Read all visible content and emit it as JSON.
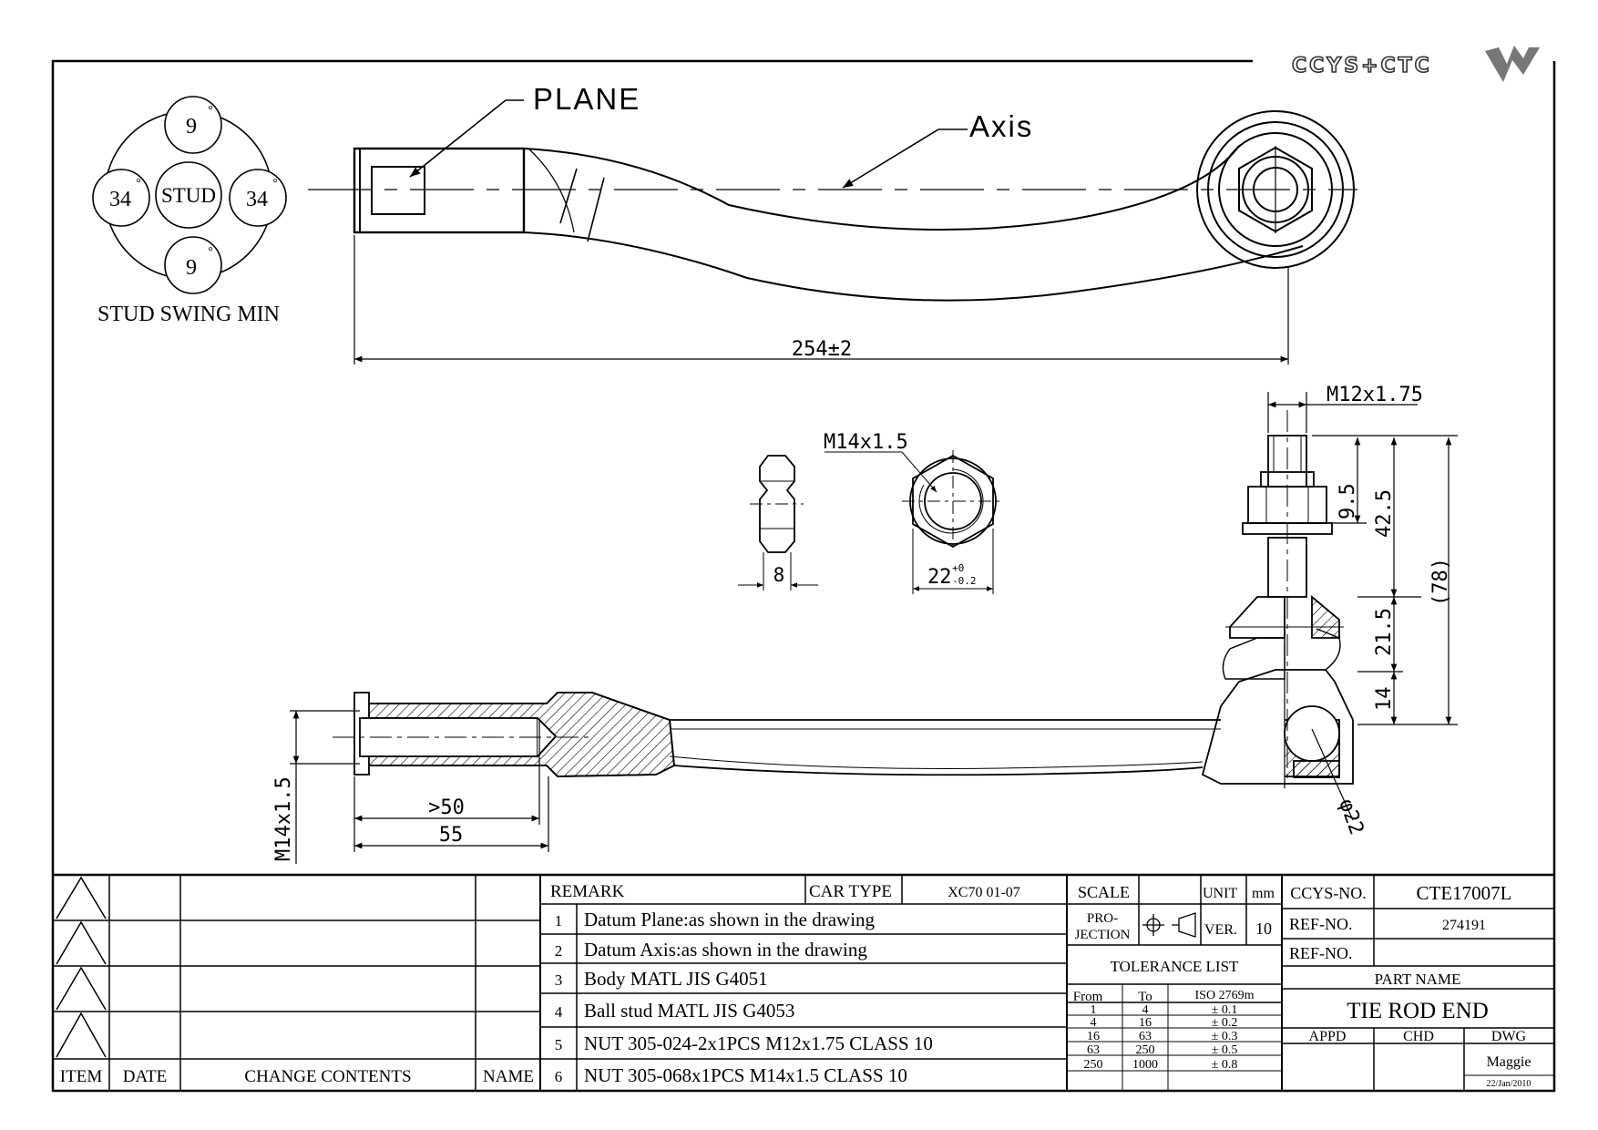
{
  "logo": {
    "text": "CCYS+CTC"
  },
  "stud_swing": {
    "top": "9",
    "bottom": "9",
    "left": "34",
    "right": "34",
    "center": "STUD",
    "degree": "°",
    "caption": "STUD SWING MIN"
  },
  "top_view": {
    "plane_label": "PLANE",
    "axis_label": "Axis",
    "length_dim": "254±2"
  },
  "nut_views": {
    "thread_label": "M14x1.5",
    "thickness_dim": "8",
    "across_flats_dim": "22",
    "across_flats_tol_plus": "+0",
    "across_flats_tol_minus": "-0.2"
  },
  "side_view": {
    "stud_thread": "M12x1.75",
    "dim_9_5": "9.5",
    "dim_42_5": "42.5",
    "dim_78": "(78)",
    "dim_21_5": "21.5",
    "dim_14": "14",
    "ball_dia": "φ22",
    "bore_thread": "M14x1.5",
    "dim_gt50": ">50",
    "dim_55": "55"
  },
  "revision_block": {
    "headers": {
      "item": "ITEM",
      "date": "DATE",
      "change_contents": "CHANGE CONTENTS",
      "name": "NAME"
    }
  },
  "remark_block": {
    "remark_label": "REMARK",
    "car_type_label": "CAR TYPE",
    "car_type": "XC70 01-07",
    "items": [
      {
        "no": "1",
        "text": "Datum Plane:as shown in the drawing"
      },
      {
        "no": "2",
        "text": "Datum Axis:as shown in the drawing"
      },
      {
        "no": "3",
        "text": "Body MATL JIS G4051"
      },
      {
        "no": "4",
        "text": "Ball stud MATL JIS G4053"
      },
      {
        "no": "5",
        "text": "NUT 305-024-2x1PCS M12x1.75 CLASS 10"
      },
      {
        "no": "6",
        "text": "NUT 305-068x1PCS M14x1.5 CLASS 10"
      }
    ]
  },
  "spec_block": {
    "scale_label": "SCALE",
    "unit_label": "UNIT",
    "unit": "mm",
    "projection_label_1": "PRO-",
    "projection_label_2": "JECTION",
    "ver_label": "VER.",
    "ver": "10",
    "tolerance_title": "TOLERANCE LIST",
    "tolerance_headers": {
      "from": "From",
      "to": "To",
      "iso": "ISO 2769m"
    },
    "tolerance_rows": [
      {
        "from": "1",
        "to": "4",
        "tol": "± 0.1"
      },
      {
        "from": "4",
        "to": "16",
        "tol": "± 0.2"
      },
      {
        "from": "16",
        "to": "63",
        "tol": "± 0.3"
      },
      {
        "from": "63",
        "to": "250",
        "tol": "± 0.5"
      },
      {
        "from": "250",
        "to": "1000",
        "tol": "± 0.8"
      }
    ]
  },
  "title_block": {
    "ccys_no_label": "CCYS-NO.",
    "ccys_no": "CTE17007L",
    "ref_no_label": "REF-NO.",
    "ref_no": "274191",
    "ref_no_label_2": "REF-NO.",
    "part_name_label": "PART NAME",
    "part_name": "TIE ROD END",
    "appd_label": "APPD",
    "chd_label": "CHD",
    "dwg_label": "DWG",
    "dwg_name": "Maggie",
    "dwg_date": "22/Jan/2010"
  }
}
